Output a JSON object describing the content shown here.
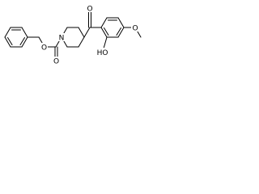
{
  "structure": {
    "atom_labels": {
      "ester_ether_oxygen": "O",
      "ester_carbonyl_oxygen": "O",
      "piperidine_nitrogen": "N",
      "ketone_oxygen": "O",
      "hydroxyl": "HO",
      "methoxy_oxygen": "O"
    }
  }
}
